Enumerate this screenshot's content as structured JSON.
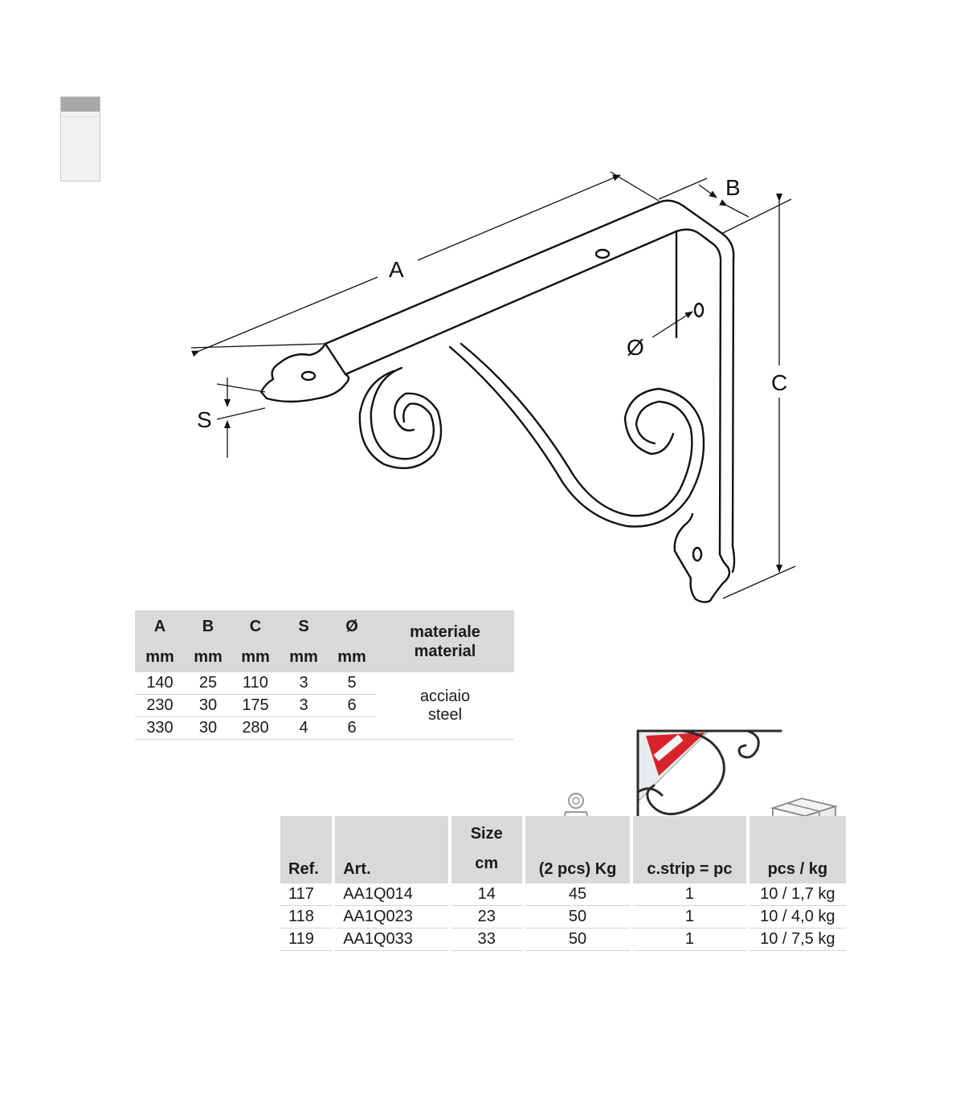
{
  "drawing": {
    "labels": {
      "a": "A",
      "b": "B",
      "c": "C",
      "s": "S",
      "diameter": "Ø"
    }
  },
  "dimensions_table": {
    "headers": [
      {
        "letter": "A",
        "unit": "mm"
      },
      {
        "letter": "B",
        "unit": "mm"
      },
      {
        "letter": "C",
        "unit": "mm"
      },
      {
        "letter": "S",
        "unit": "mm"
      },
      {
        "letter": "Ø",
        "unit": "mm"
      }
    ],
    "material_header": [
      "materiale",
      "material"
    ],
    "rows": [
      [
        "140",
        "25",
        "110",
        "3",
        "5"
      ],
      [
        "230",
        "30",
        "175",
        "3",
        "6"
      ],
      [
        "330",
        "30",
        "280",
        "4",
        "6"
      ]
    ],
    "material_value": [
      "acciaio",
      "steel"
    ]
  },
  "product_table": {
    "headers": {
      "ref": "Ref.",
      "art": "Art.",
      "size_top": "Size",
      "size_bottom": "cm",
      "load": "(2 pcs) Kg",
      "strip": "c.strip = pc",
      "pack": "pcs / kg"
    },
    "rows": [
      [
        "117",
        "AA1Q014",
        "14",
        "45",
        "1",
        "10 / 1,7 kg"
      ],
      [
        "118",
        "AA1Q023",
        "23",
        "50",
        "1",
        "10 / 4,0 kg"
      ],
      [
        "119",
        "AA1Q033",
        "33",
        "50",
        "1",
        "10 / 7,5 kg"
      ]
    ]
  },
  "icons": [
    "weight-icon",
    "box-icon"
  ]
}
